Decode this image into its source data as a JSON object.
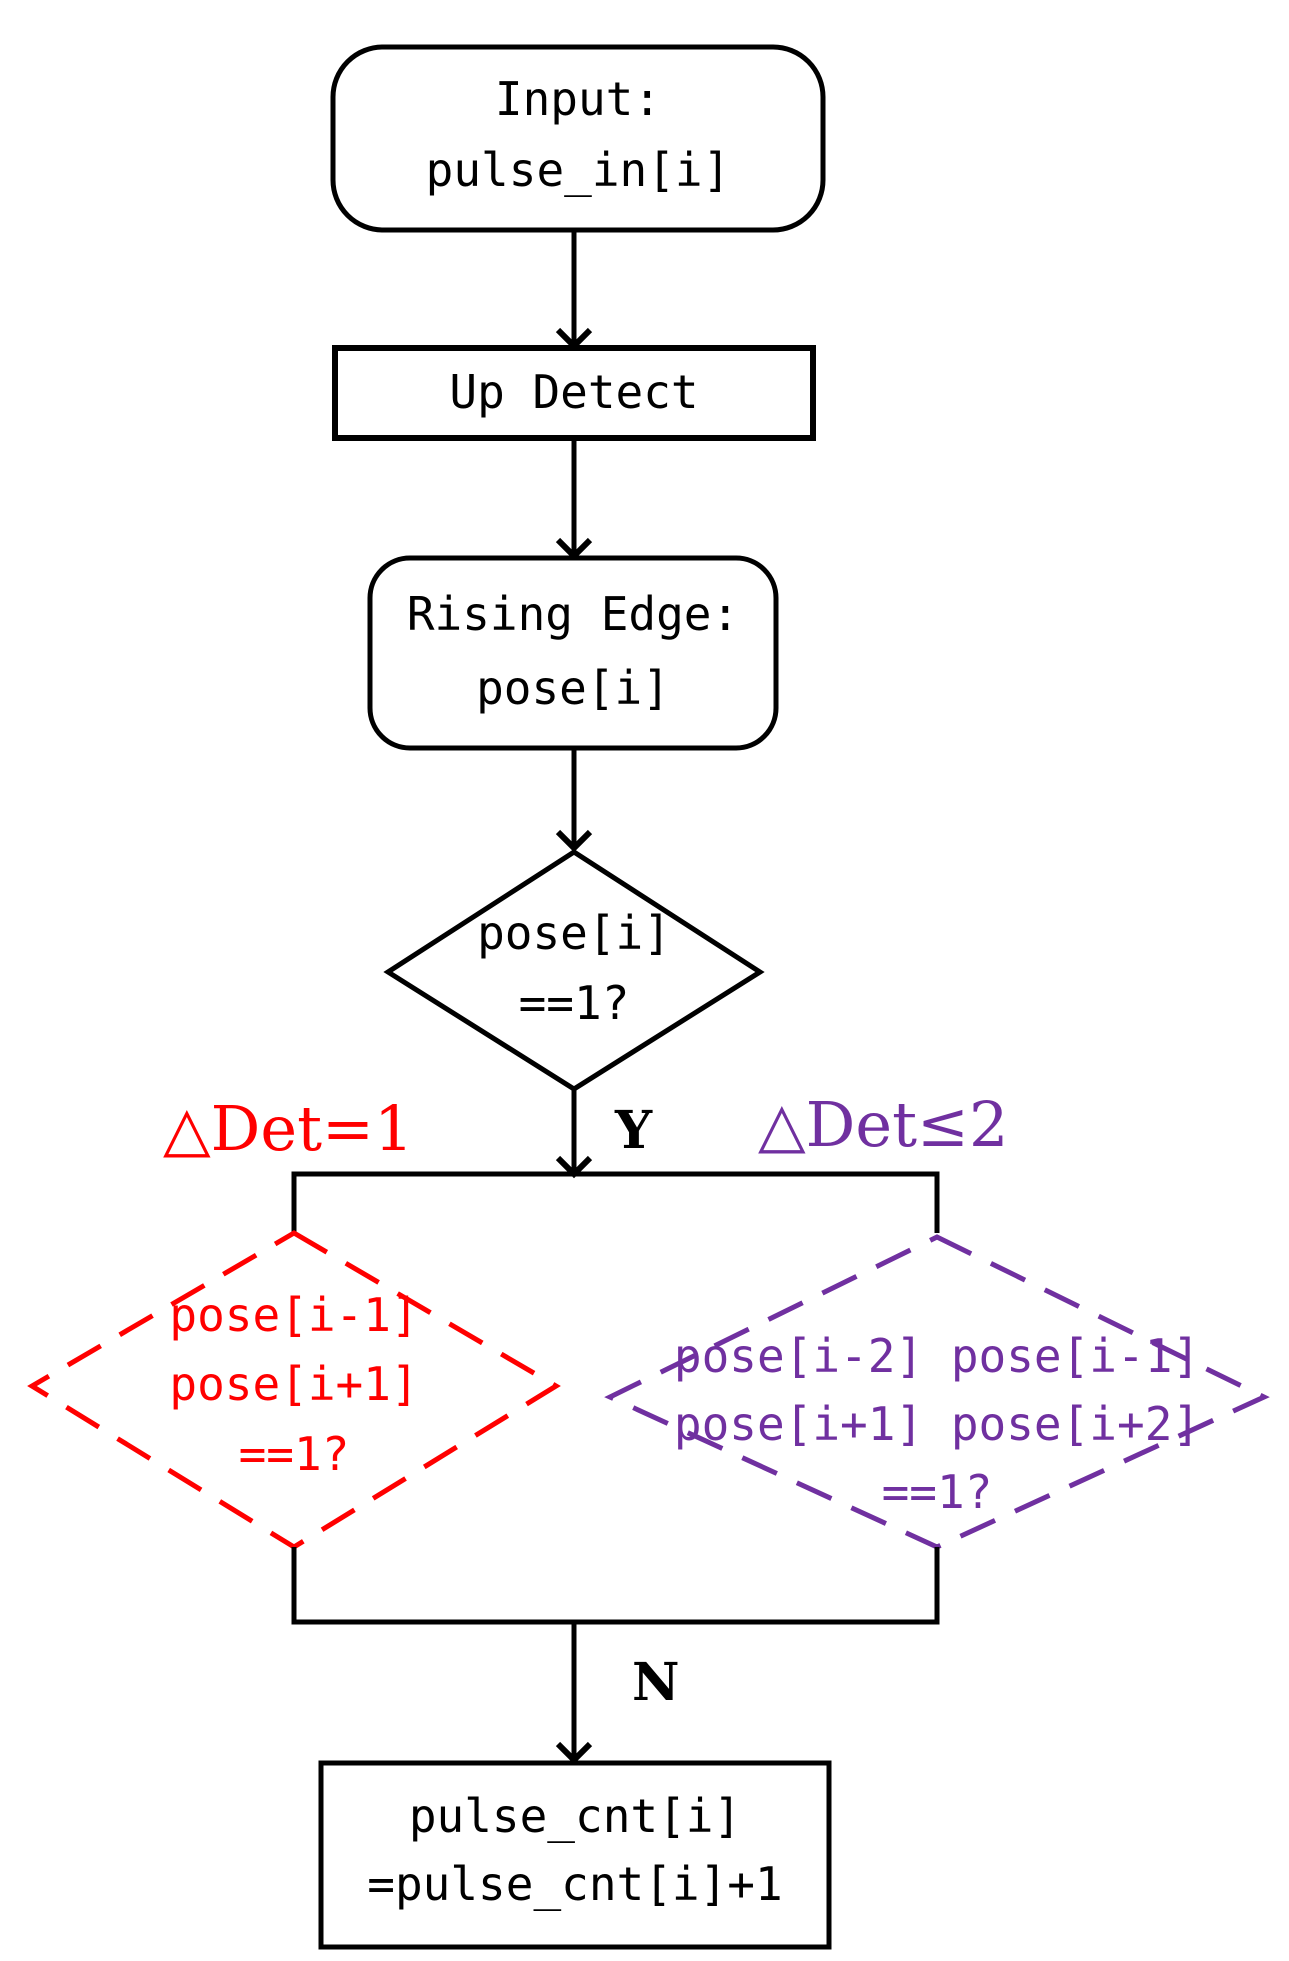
{
  "nodes": {
    "input": {
      "line1": "Input:",
      "line2": "pulse_in[i]"
    },
    "up_detect": {
      "label": "Up Detect"
    },
    "rising_edge": {
      "line1": "Rising Edge:",
      "line2": "pose[i]"
    },
    "decision_main": {
      "line1": "pose[i]",
      "line2": "==1?"
    },
    "decision_red": {
      "line1": "pose[i-1]",
      "line2": "pose[i+1]",
      "line3": "==1?"
    },
    "decision_purple": {
      "line1": "pose[i-2] pose[i-1]",
      "line2": "pose[i+1] pose[i+2]",
      "line3": "==1?"
    },
    "output": {
      "line1": "pulse_cnt[i]",
      "line2": "=pulse_cnt[i]+1"
    }
  },
  "labels": {
    "branch_red": "△Det=1",
    "branch_purple": "△Det≤2",
    "yes": "Y",
    "no": "N"
  },
  "colors": {
    "stroke": "#000000",
    "red": "#ff0000",
    "purple": "#7030a0"
  }
}
